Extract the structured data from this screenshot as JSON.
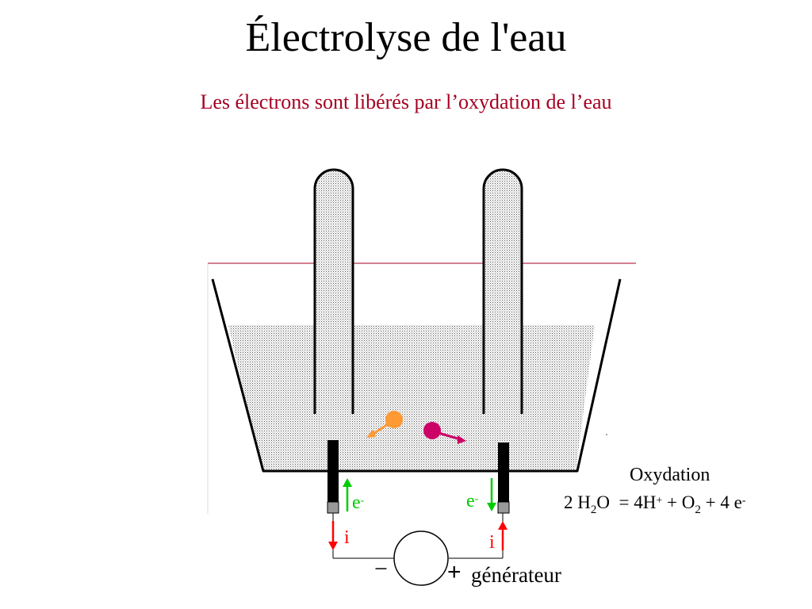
{
  "title": "Électrolyse de l'eau",
  "subtitle": "Les électrons sont libérés par l’oxydation de l’eau",
  "labels": {
    "electron_left": "e",
    "electron_right": "e",
    "electron_sup": "-",
    "current_left": "i",
    "current_right": "i",
    "minus_sign": "−",
    "plus_sign": "+",
    "generator": "générateur"
  },
  "reaction": {
    "name": "Oxydation",
    "coef_water": "2 H",
    "water_sub": "2",
    "water_o": "O",
    "equals": "= 4H",
    "h_sup": "+",
    "plus_o": " + O",
    "o2_sub": "2",
    "electrons": " + 4 e",
    "e_sup": "-"
  },
  "colors": {
    "subtitle": "#a50021",
    "electron_arrow": "#00cc00",
    "current_arrow": "#ff0000",
    "ion_orange": "#ff9933",
    "ion_magenta": "#cc0066",
    "divider_line": "#a50021"
  }
}
